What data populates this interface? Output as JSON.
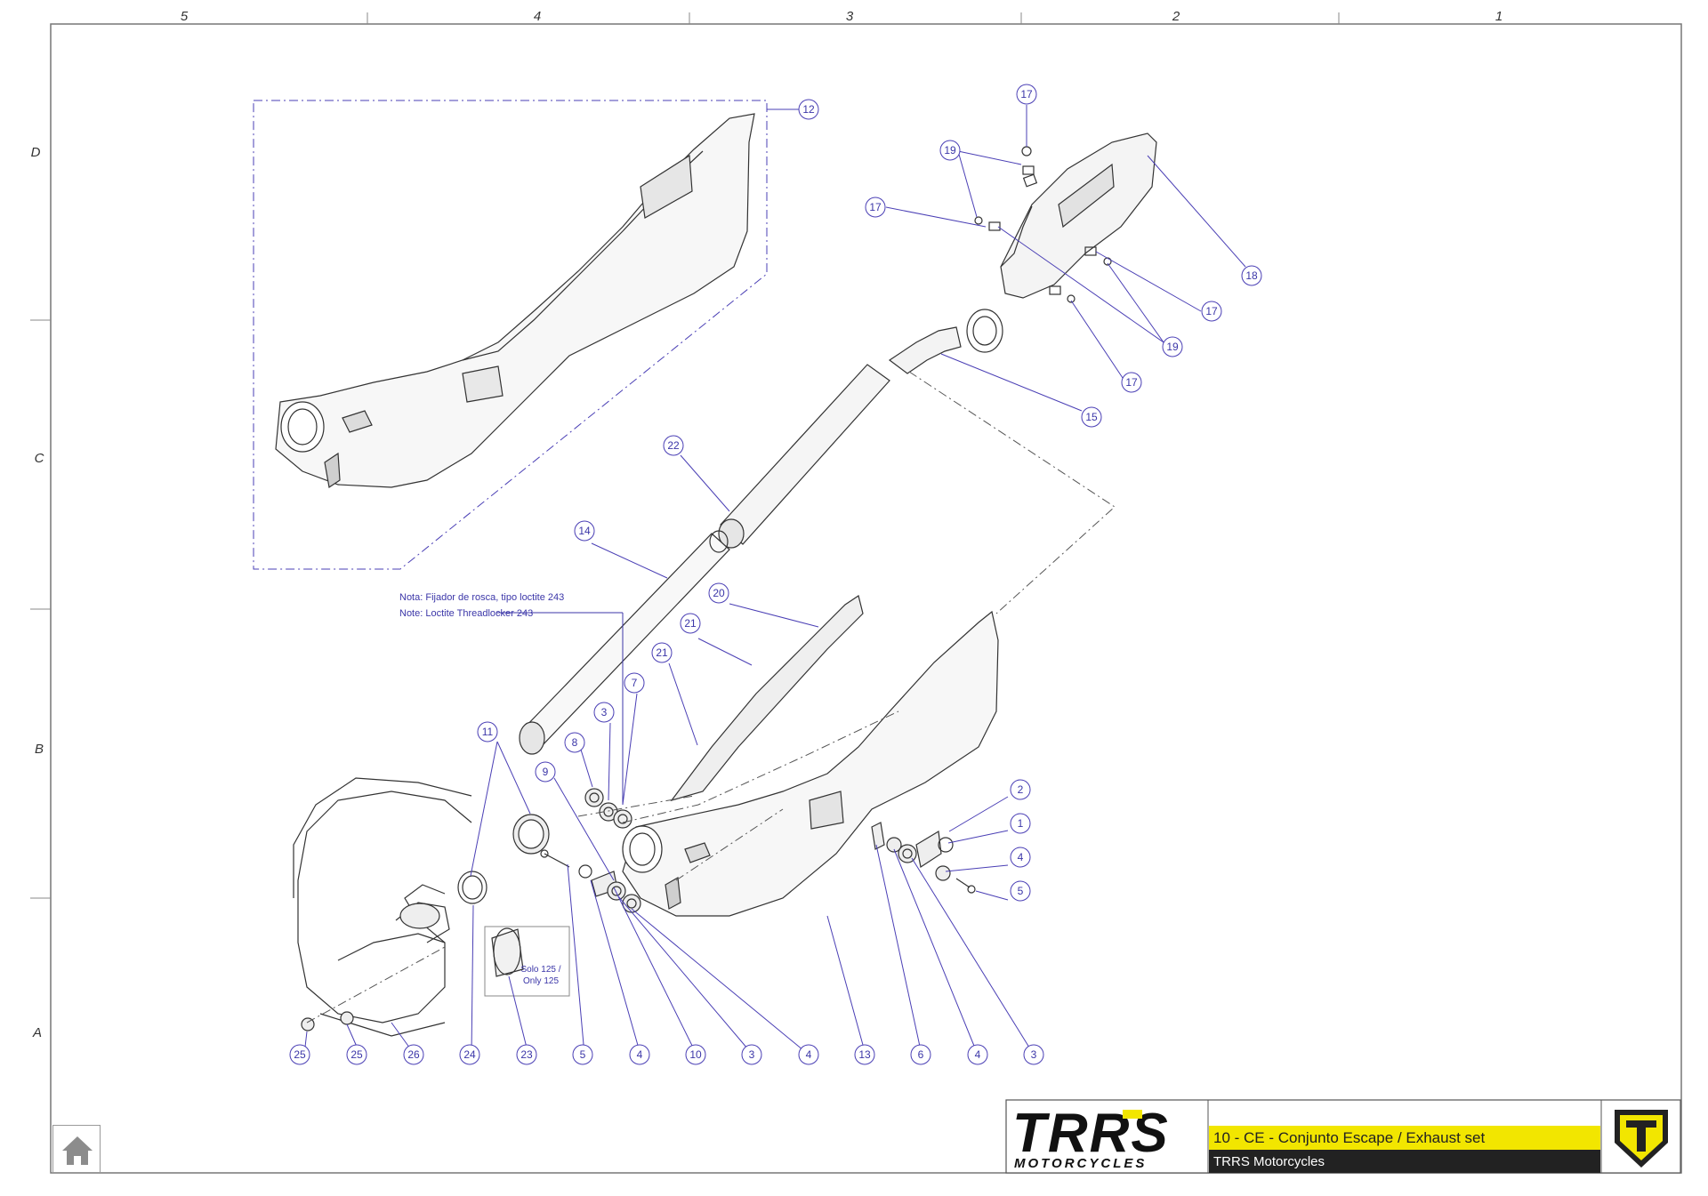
{
  "sheet": {
    "columns": [
      "5",
      "4",
      "3",
      "2",
      "1"
    ],
    "rows": [
      "D",
      "C",
      "B",
      "A"
    ]
  },
  "notes": {
    "line1": "Nota: Fijador de rosca, tipo loctite 243",
    "line2": "Note: Loctite Threadlocker 243",
    "only125_line1": "Solo 125 /",
    "only125_line2": "Only 125"
  },
  "callouts": [
    "12",
    "17",
    "19",
    "17",
    "18",
    "17",
    "19",
    "17",
    "15",
    "22",
    "14",
    "20",
    "21",
    "21",
    "7",
    "3",
    "8",
    "11",
    "9",
    "2",
    "1",
    "4",
    "5",
    "25",
    "25",
    "26",
    "24",
    "23",
    "5",
    "4",
    "10",
    "3",
    "4",
    "13",
    "6",
    "4",
    "3"
  ],
  "title_block": {
    "brand": "TRRS",
    "brand_sub": "MOTORCYCLES",
    "title": "10 - CE - Conjunto Escape / Exhaust set",
    "company": "TRRS Motorcycles"
  },
  "colors": {
    "callout": "#4a3fb5",
    "frame": "#555555",
    "brand_yellow": "#f2e600",
    "dark": "#222222"
  },
  "icons": {
    "home": "home-icon",
    "shield": "trrs-shield-logo"
  }
}
